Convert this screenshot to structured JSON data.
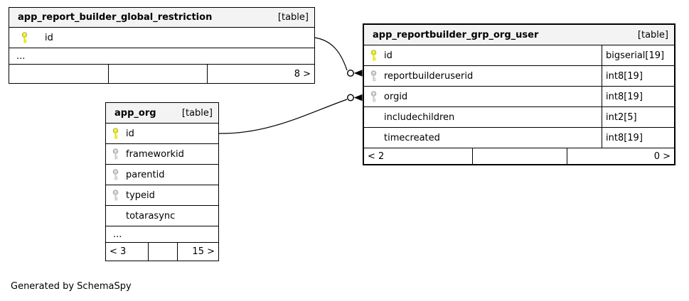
{
  "note": "Generated by SchemaSpy",
  "icons": {
    "primary_key": "yellow-key-icon",
    "foreign_key": "gray-key-icon"
  },
  "colors": {
    "primary_key": "#e8e60e",
    "foreign_key": "#cccccc",
    "header_bg": "#f3f3f3",
    "border": "#000000"
  },
  "tables": [
    {
      "name": "app_report_builder_global_restriction",
      "tag": "[table]",
      "columns": [
        {
          "name": "id",
          "key": "primary"
        }
      ],
      "ellipsis": "...",
      "footer": {
        "parents": "",
        "children": "8 >"
      }
    },
    {
      "name": "app_reportbuilder_grp_org_user",
      "tag": "[table]",
      "columns": [
        {
          "name": "id",
          "type": "bigserial[19]",
          "key": "primary"
        },
        {
          "name": "reportbuilderuserid",
          "type": "int8[19]",
          "key": "foreign"
        },
        {
          "name": "orgid",
          "type": "int8[19]",
          "key": "foreign"
        },
        {
          "name": "includechildren",
          "type": "int2[5]",
          "key": ""
        },
        {
          "name": "timecreated",
          "type": "int8[19]",
          "key": ""
        }
      ],
      "footer": {
        "parents": "< 2",
        "children": "0 >"
      }
    },
    {
      "name": "app_org",
      "tag": "[table]",
      "columns": [
        {
          "name": "id",
          "key": "primary"
        },
        {
          "name": "frameworkid",
          "key": "foreign"
        },
        {
          "name": "parentid",
          "key": "foreign"
        },
        {
          "name": "typeid",
          "key": "foreign"
        },
        {
          "name": "totarasync",
          "key": ""
        }
      ],
      "ellipsis": "...",
      "footer": {
        "parents": "< 3",
        "children": "15 >"
      }
    }
  ]
}
